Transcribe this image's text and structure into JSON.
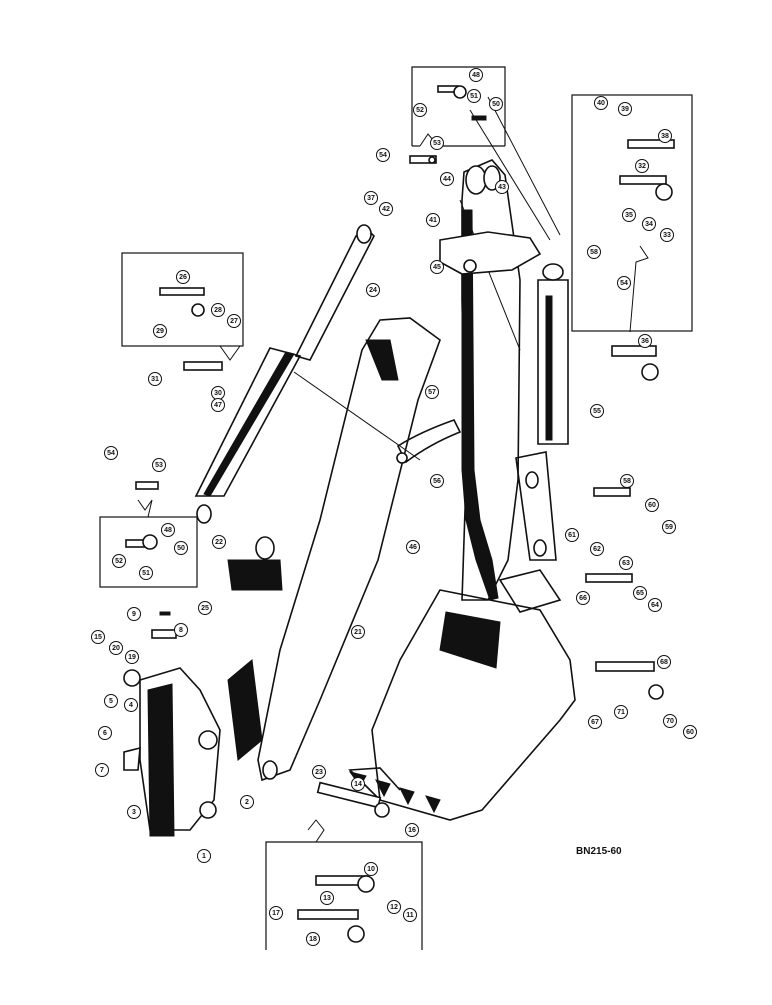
{
  "diagram": {
    "code": "BN215-60",
    "callouts": [
      {
        "id": "c-48a",
        "n": "48"
      },
      {
        "id": "c-52a",
        "n": "52"
      },
      {
        "id": "c-51a",
        "n": "51"
      },
      {
        "id": "c-50a",
        "n": "50"
      },
      {
        "id": "c-53a",
        "n": "53"
      },
      {
        "id": "c-54a",
        "n": "54"
      },
      {
        "id": "c-44",
        "n": "44"
      },
      {
        "id": "c-43",
        "n": "43"
      },
      {
        "id": "c-37",
        "n": "37"
      },
      {
        "id": "c-42",
        "n": "42"
      },
      {
        "id": "c-41",
        "n": "41"
      },
      {
        "id": "c-45",
        "n": "45"
      },
      {
        "id": "c-40",
        "n": "40"
      },
      {
        "id": "c-39",
        "n": "39"
      },
      {
        "id": "c-38",
        "n": "38"
      },
      {
        "id": "c-32",
        "n": "32"
      },
      {
        "id": "c-35",
        "n": "35"
      },
      {
        "id": "c-34",
        "n": "34"
      },
      {
        "id": "c-33",
        "n": "33"
      },
      {
        "id": "c-58a",
        "n": "58"
      },
      {
        "id": "c-54b",
        "n": "54"
      },
      {
        "id": "c-36",
        "n": "36"
      },
      {
        "id": "c-26",
        "n": "26"
      },
      {
        "id": "c-28",
        "n": "28"
      },
      {
        "id": "c-29",
        "n": "29"
      },
      {
        "id": "c-27",
        "n": "27"
      },
      {
        "id": "c-24",
        "n": "24"
      },
      {
        "id": "c-31",
        "n": "31"
      },
      {
        "id": "c-30",
        "n": "30"
      },
      {
        "id": "c-47",
        "n": "47"
      },
      {
        "id": "c-57",
        "n": "57"
      },
      {
        "id": "c-55",
        "n": "55"
      },
      {
        "id": "c-56",
        "n": "56"
      },
      {
        "id": "c-54c",
        "n": "54"
      },
      {
        "id": "c-53b",
        "n": "53"
      },
      {
        "id": "c-58b",
        "n": "58"
      },
      {
        "id": "c-60a",
        "n": "60"
      },
      {
        "id": "c-59",
        "n": "59"
      },
      {
        "id": "c-48b",
        "n": "48"
      },
      {
        "id": "c-52b",
        "n": "52"
      },
      {
        "id": "c-50b",
        "n": "50"
      },
      {
        "id": "c-51b",
        "n": "51"
      },
      {
        "id": "c-22",
        "n": "22"
      },
      {
        "id": "c-61",
        "n": "61"
      },
      {
        "id": "c-46",
        "n": "46"
      },
      {
        "id": "c-62",
        "n": "62"
      },
      {
        "id": "c-63",
        "n": "63"
      },
      {
        "id": "c-65",
        "n": "65"
      },
      {
        "id": "c-66",
        "n": "66"
      },
      {
        "id": "c-64",
        "n": "64"
      },
      {
        "id": "c-9",
        "n": "9"
      },
      {
        "id": "c-8",
        "n": "8"
      },
      {
        "id": "c-25",
        "n": "25"
      },
      {
        "id": "c-21",
        "n": "21"
      },
      {
        "id": "c-15",
        "n": "15"
      },
      {
        "id": "c-20",
        "n": "20"
      },
      {
        "id": "c-19",
        "n": "19"
      },
      {
        "id": "c-4",
        "n": "4"
      },
      {
        "id": "c-5",
        "n": "5"
      },
      {
        "id": "c-3",
        "n": "3"
      },
      {
        "id": "c-6",
        "n": "6"
      },
      {
        "id": "c-7",
        "n": "7"
      },
      {
        "id": "c-68",
        "n": "68"
      },
      {
        "id": "c-71",
        "n": "71"
      },
      {
        "id": "c-70",
        "n": "70"
      },
      {
        "id": "c-60b",
        "n": "60"
      },
      {
        "id": "c-67",
        "n": "67"
      },
      {
        "id": "c-23",
        "n": "23"
      },
      {
        "id": "c-14",
        "n": "14"
      },
      {
        "id": "c-16",
        "n": "16"
      },
      {
        "id": "c-2",
        "n": "2"
      },
      {
        "id": "c-1",
        "n": "1"
      },
      {
        "id": "c-10",
        "n": "10"
      },
      {
        "id": "c-17",
        "n": "17"
      },
      {
        "id": "c-13",
        "n": "13"
      },
      {
        "id": "c-12",
        "n": "12"
      },
      {
        "id": "c-11",
        "n": "11"
      },
      {
        "id": "c-18",
        "n": "18"
      }
    ]
  }
}
